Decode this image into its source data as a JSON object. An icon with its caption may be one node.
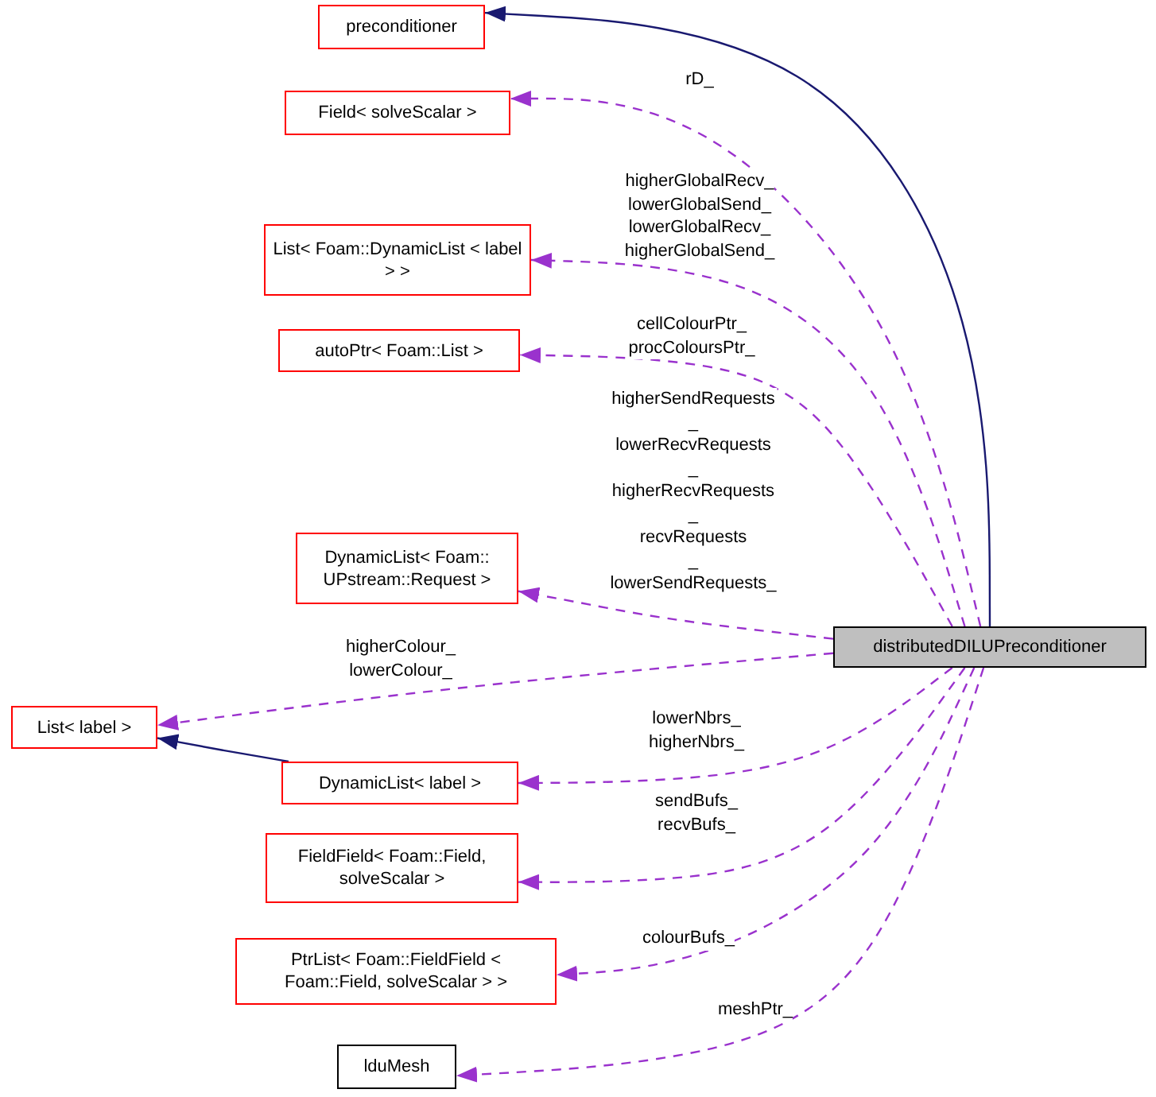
{
  "diagram": {
    "nodes": [
      {
        "text": [
          "preconditioner"
        ]
      },
      {
        "text": [
          "Field< solveScalar >"
        ]
      },
      {
        "text": [
          "List< Foam::DynamicList < label > >"
        ]
      },
      {
        "text": [
          "autoPtr< Foam::List >"
        ]
      },
      {
        "text": [
          "DynamicList< Foam:: UPstream::Request >"
        ]
      },
      {
        "text": [
          "distributedDILUPreconditioner"
        ]
      },
      {
        "text": [
          "List< label >"
        ]
      },
      {
        "text": [
          "DynamicList< label >"
        ]
      },
      {
        "text": [
          "FieldField< Foam::Field, solveScalar >"
        ]
      },
      {
        "text": [
          "PtrList< Foam::FieldField < Foam::Field, solveScalar > >"
        ]
      },
      {
        "text": [
          "lduMesh"
        ]
      }
    ],
    "edges": [
      {
        "from": 5,
        "to": 0,
        "arrow": "to",
        "color": "#191970"
      },
      {
        "from": 5,
        "to": 1,
        "arrow": "to",
        "label": "rD_",
        "style": "dashed"
      },
      {
        "from": 5,
        "to": 2,
        "arrow": "to",
        "label": "higherGlobalRecv_ lowerGlobalSend_ lowerGlobalRecv_ higherGlobalSend_",
        "style": "dashed"
      },
      {
        "from": 5,
        "to": 3,
        "arrow": "to",
        "label": "cellColourPtr_ procColoursPtr_",
        "style": "dashed"
      },
      {
        "from": 5,
        "to": 4,
        "arrow": "to",
        "label": "higherSendRequests _ lowerRecvRequests _ higherRecvRequests _ recvRequests _ lowerSendRequests_",
        "style": "dashed"
      },
      {
        "from": 5,
        "to": 6,
        "arrow": "to",
        "label": "higherColour_ lowerColour_",
        "style": "dashed"
      },
      {
        "from": 5,
        "to": 7,
        "arrow": "to",
        "label": "lowerNbrs_ higherNbrs_",
        "style": "dashed"
      },
      {
        "from": 5,
        "to": 8,
        "arrow": "to",
        "label": "sendBufs_ recvBufs_",
        "style": "dashed"
      },
      {
        "from": 5,
        "to": 9,
        "arrow": "to",
        "label": "colourBufs_",
        "style": "dashed"
      },
      {
        "from": 5,
        "to": 10,
        "arrow": "to",
        "label": "meshPtr_",
        "style": "dashed"
      },
      {
        "from": 7,
        "to": 6,
        "arrow": "to",
        "color": "#191970"
      }
    ]
  }
}
